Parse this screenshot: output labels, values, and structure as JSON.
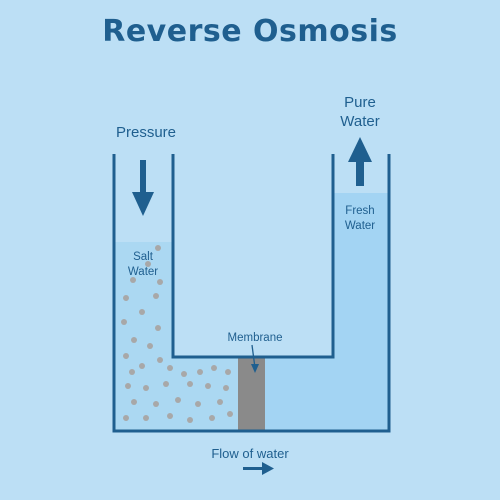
{
  "title": "Reverse Osmosis",
  "labels": {
    "pressure": "Pressure",
    "pure_water_line1": "Pure",
    "pure_water_line2": "Water",
    "salt_water_line1": "Salt",
    "salt_water_line2": "Water",
    "fresh_water_line1": "Fresh",
    "fresh_water_line2": "Water",
    "membrane": "Membrane",
    "flow_of_water": "Flow of water"
  },
  "colors": {
    "background": "#bcdff5",
    "outline": "#1f5f8f",
    "salt_water": "#abd8f2",
    "fresh_water": "#a3d4f3",
    "membrane": "#8a8a8a",
    "salt_particles": "#a8a8a8"
  },
  "icons": [
    "arrow-down-icon",
    "arrow-up-icon",
    "arrow-right-icon"
  ]
}
